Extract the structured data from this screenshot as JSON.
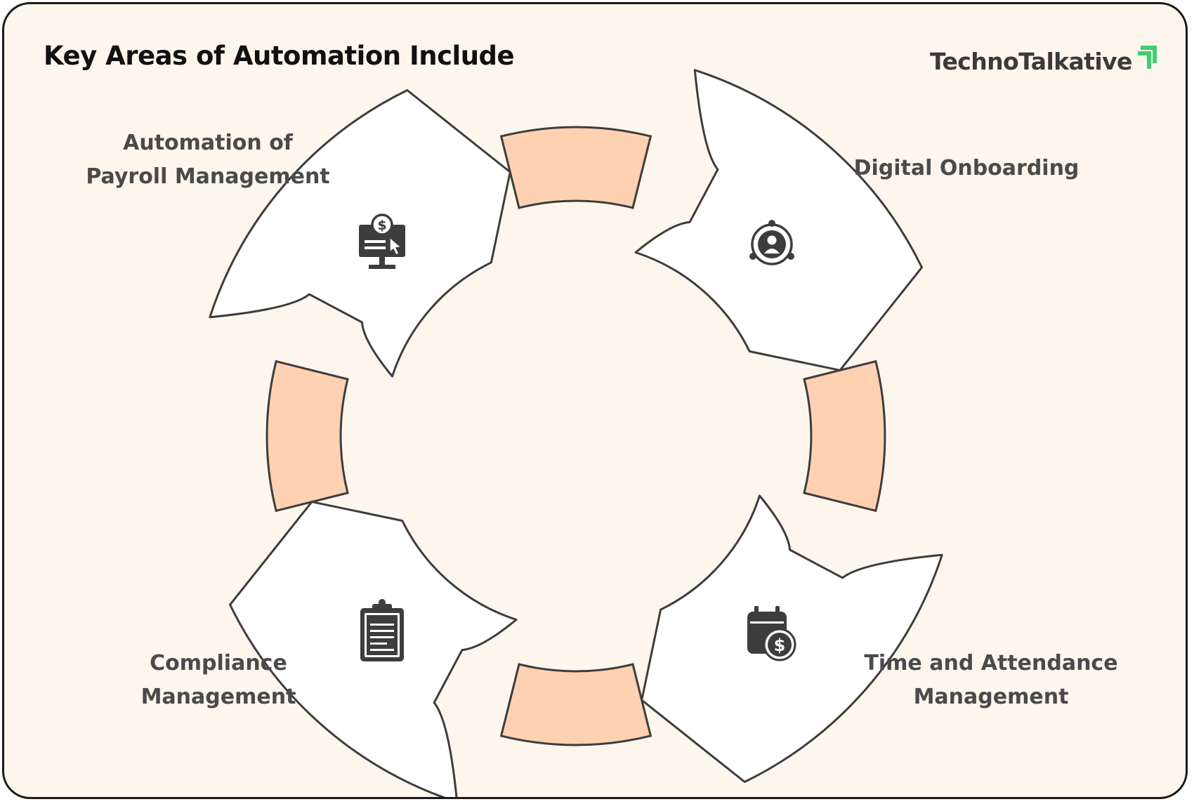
{
  "title": "Key Areas of Automation Include",
  "brand": {
    "name": "TechnoTalkative",
    "accent_color": "#3ecf6e"
  },
  "colors": {
    "background": "#fdf6ed",
    "ring_segment": "#fdd1b2",
    "arrow_fill": "#ffffff",
    "outline": "#3d3d3d",
    "icon": "#3d3d3d"
  },
  "areas": [
    {
      "id": "payroll",
      "label_lines": [
        "Automation of",
        "Payroll Management"
      ],
      "icon": "payroll-monitor-icon"
    },
    {
      "id": "onboarding",
      "label_lines": [
        "Digital Onboarding"
      ],
      "icon": "onboarding-person-icon"
    },
    {
      "id": "time",
      "label_lines": [
        "Time and Attendance",
        "Management"
      ],
      "icon": "calendar-dollar-icon"
    },
    {
      "id": "compliance",
      "label_lines": [
        "Compliance",
        "Management"
      ],
      "icon": "clipboard-icon"
    }
  ]
}
